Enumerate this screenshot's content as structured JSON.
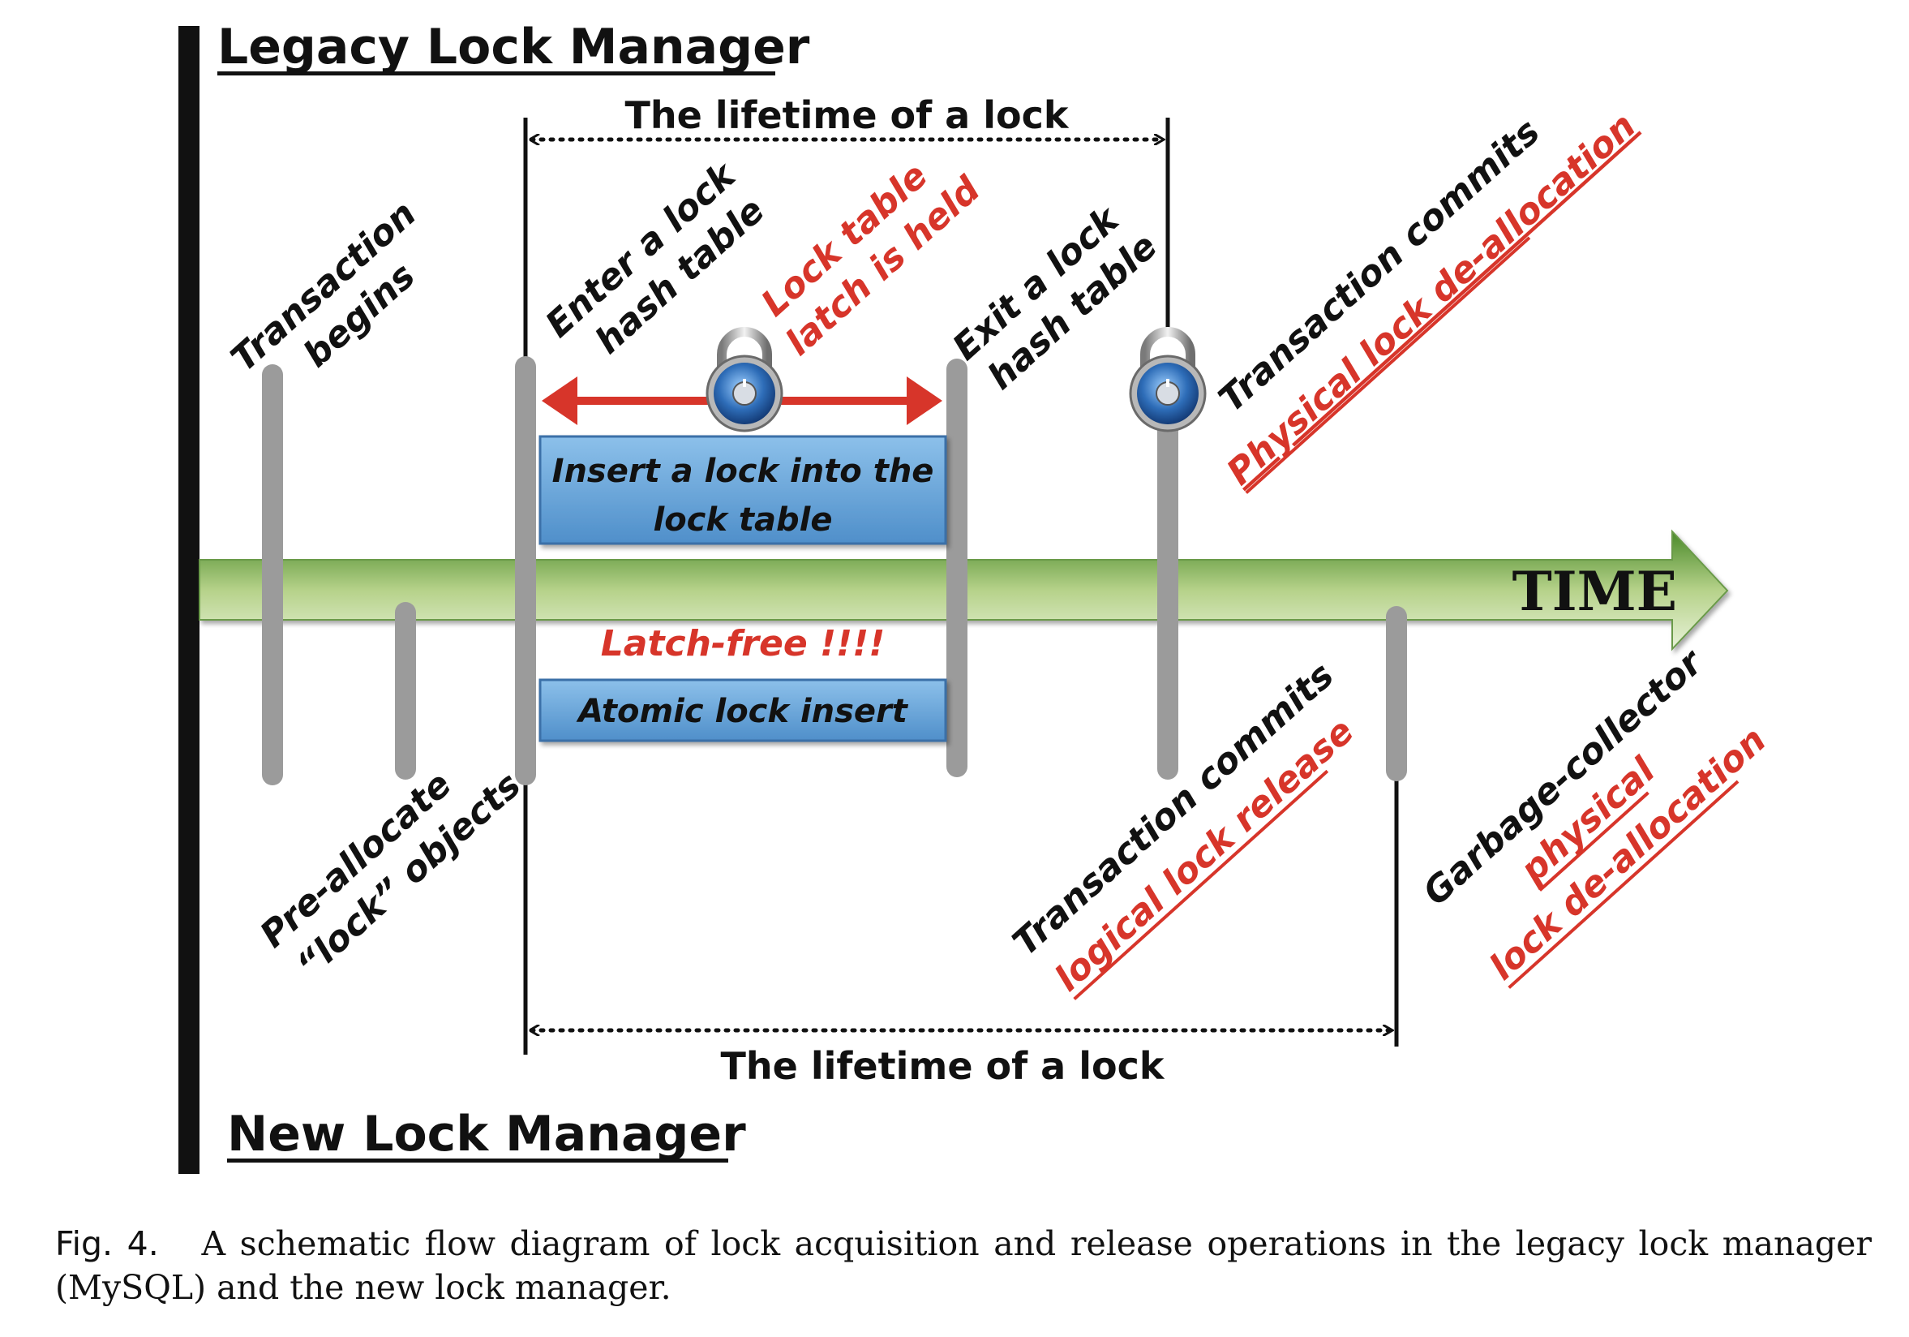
{
  "headings": {
    "legacy": "Legacy Lock Manager",
    "new": "New Lock Manager"
  },
  "time_label": "TIME",
  "lifetime_top": "The lifetime of a lock",
  "lifetime_bottom": "The lifetime of a lock",
  "legacy_events": {
    "transaction_begins": [
      "Transaction",
      "begins"
    ],
    "enter_hash": [
      "Enter a lock",
      "hash table"
    ],
    "latch_held": [
      "Lock table",
      "latch is held"
    ],
    "exit_hash": [
      "Exit a lock",
      "hash table"
    ],
    "commit": "Transaction commits",
    "physical_dealloc": "Physical lock de-allocation"
  },
  "boxes": {
    "insert_lock": [
      "Insert a lock into the",
      "lock table"
    ],
    "atomic_insert": "Atomic lock insert"
  },
  "latch_free": "Latch-free !!!!",
  "new_events": {
    "preallocate": [
      "Pre-allocate",
      "“lock” objects"
    ],
    "commit": "Transaction commits",
    "logical_release": "logical lock release",
    "gc": "Garbage-collector",
    "gc_physical": "physical",
    "gc_dealloc": "lock de-allocation"
  },
  "caption": {
    "fig": "Fig. 4.",
    "text": "A schematic flow diagram of lock acquisition and release operations in the legacy lock manager (MySQL) and the new lock manager."
  },
  "colors": {
    "accent_red": "#d7352a",
    "bar_gray": "#9b9b9b",
    "box_blue": "#6aa6d8",
    "arrow_green": "#9cc46f"
  }
}
